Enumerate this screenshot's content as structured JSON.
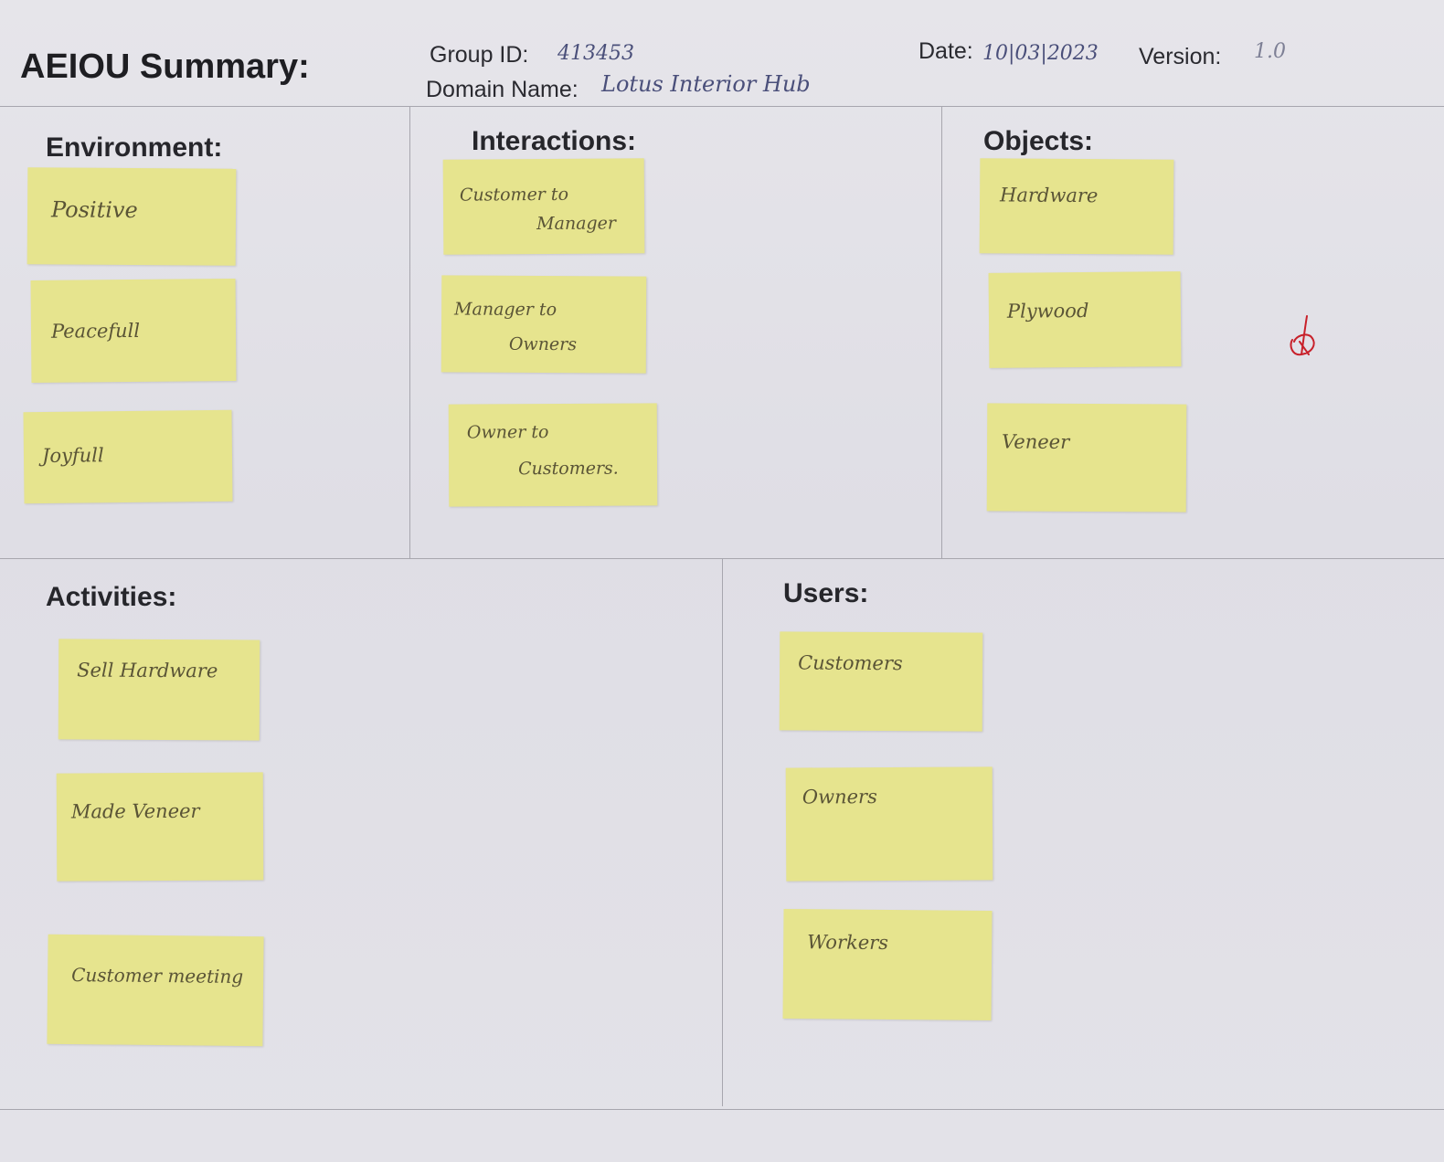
{
  "header": {
    "title": "AEIOU Summary:",
    "group_id_label": "Group ID:",
    "group_id_value": "413453",
    "domain_label": "Domain Name:",
    "domain_value": "Lotus Interior Hub",
    "date_label": "Date:",
    "date_value": "10|03|2023",
    "version_label": "Version:",
    "version_value": "1.0"
  },
  "sections": {
    "environment": {
      "title": "Environment:",
      "notes": [
        "Positive",
        "Peacefull",
        "Joyfull"
      ]
    },
    "interactions": {
      "title": "Interactions:",
      "notes": [
        {
          "line1": "Customer to",
          "line2": "Manager"
        },
        {
          "line1": "Manager to",
          "line2": "Owners"
        },
        {
          "line1": "Owner to",
          "line2": "Customers."
        }
      ]
    },
    "objects": {
      "title": "Objects:",
      "notes": [
        "Hardware",
        "Plywood",
        "Veneer"
      ]
    },
    "activities": {
      "title": "Activities:",
      "notes": [
        "Sell Hardware",
        "Made Veneer",
        "Customer meeting"
      ]
    },
    "users": {
      "title": "Users:",
      "notes": [
        "Customers",
        "Owners",
        "Workers"
      ]
    }
  },
  "colors": {
    "note": "#e6e48e",
    "paper": "#e3e2e8",
    "ink": "#5a5436",
    "red_mark": "#c8202a"
  }
}
